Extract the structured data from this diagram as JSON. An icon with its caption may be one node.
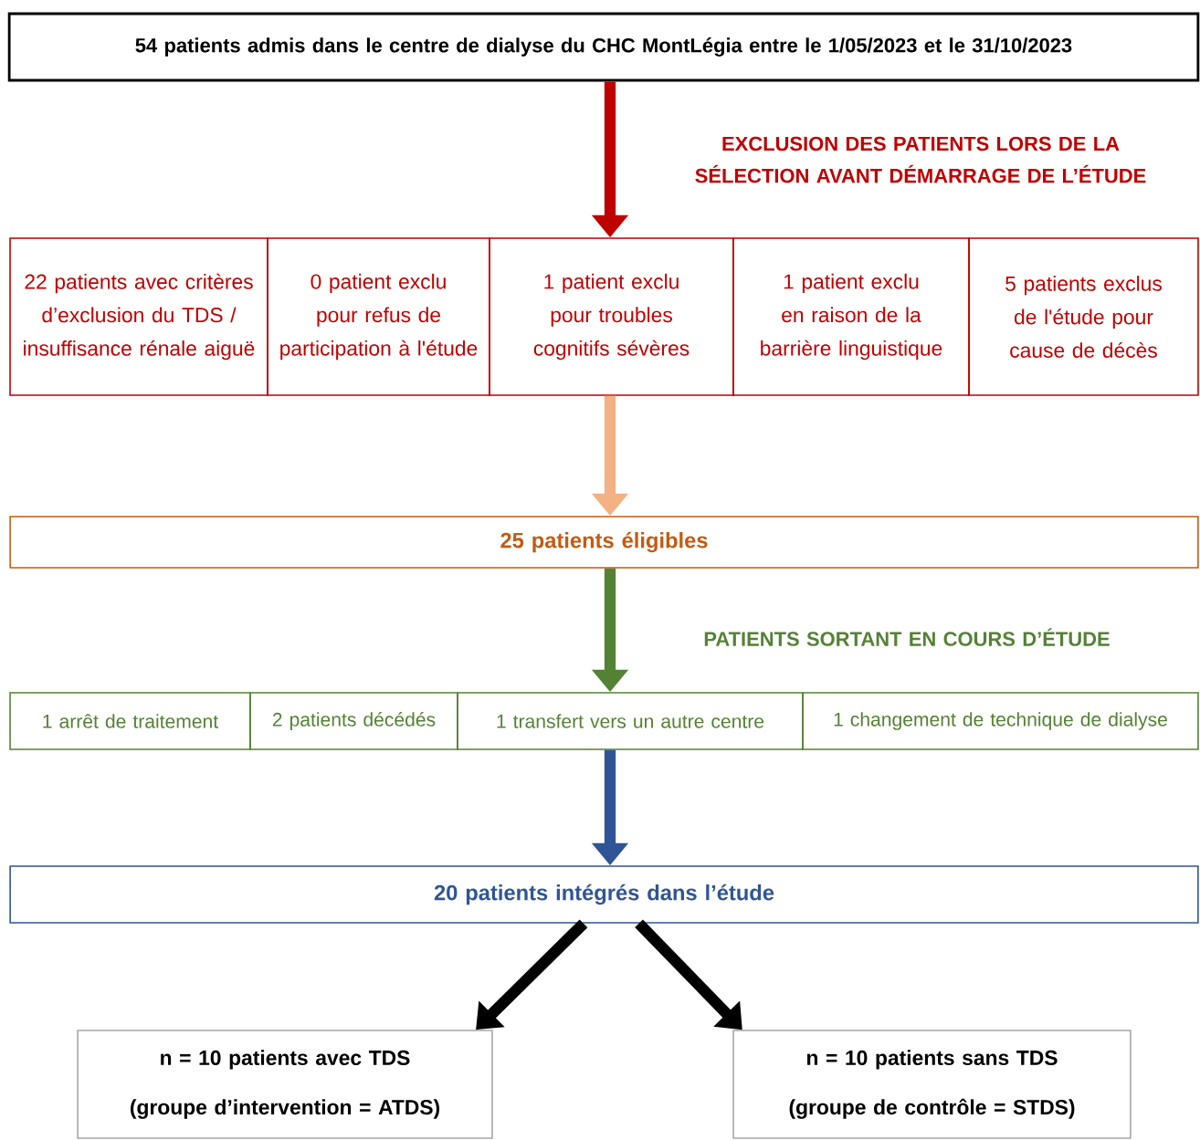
{
  "diagram": {
    "nodes": [
      {
        "text": [
          "54 patients admis dans le centre de dialyse du CHC MontLégia entre le 1/05/2023 et le 31/10/2023"
        ]
      },
      {
        "text": [
          "22 patients avec critères d’exclusion du TDS / insuffisance rénale aiguë"
        ]
      },
      {
        "text": [
          "0 patient exclu pour refus de participation à l'étude"
        ]
      },
      {
        "text": [
          "1 patient exclu pour troubles cognitifs sévères"
        ]
      },
      {
        "text": [
          "1 patient exclu en raison de la barrière linguistique"
        ]
      },
      {
        "text": [
          "5 patients exclus de l'étude pour cause de décès"
        ]
      },
      {
        "text": [
          "25 patients éligibles"
        ]
      },
      {
        "text": [
          "1 arrêt de traitement"
        ]
      },
      {
        "text": [
          "2 patients décédés"
        ]
      },
      {
        "text": [
          "1 transfert vers un autre centre"
        ]
      },
      {
        "text": [
          "1 changement de technique de dialyse"
        ]
      },
      {
        "text": [
          "20 patients intégrés dans l’étude"
        ]
      },
      {
        "text": [
          "n = 10 patients avec TDS",
          "(groupe d’intervention = ATDS)"
        ]
      },
      {
        "text": [
          "n = 10 patients sans TDS",
          "(groupe de contrôle = STDS)"
        ]
      }
    ],
    "edges": [
      {
        "from": 0,
        "to": 3,
        "arrow": "to",
        "color": "#c00000"
      },
      {
        "from": 3,
        "to": 6,
        "arrow": "to",
        "color": "#f4b183"
      },
      {
        "from": 6,
        "to": 9,
        "arrow": "to",
        "color": "#548235"
      },
      {
        "from": 9,
        "to": 11,
        "arrow": "to",
        "color": "#2f5597"
      },
      {
        "from": 11,
        "to": 12,
        "arrow": "to",
        "color": "#000000"
      },
      {
        "from": 11,
        "to": 13,
        "arrow": "to",
        "color": "#000000"
      }
    ],
    "labels": [
      "EXCLUSION DES PATIENTS LORS DE LA SÉLECTION AVANT DÉMARRAGE DE L’ÉTUDE",
      "PATIENTS SORTANT EN COURS D’ÉTUDE"
    ]
  }
}
